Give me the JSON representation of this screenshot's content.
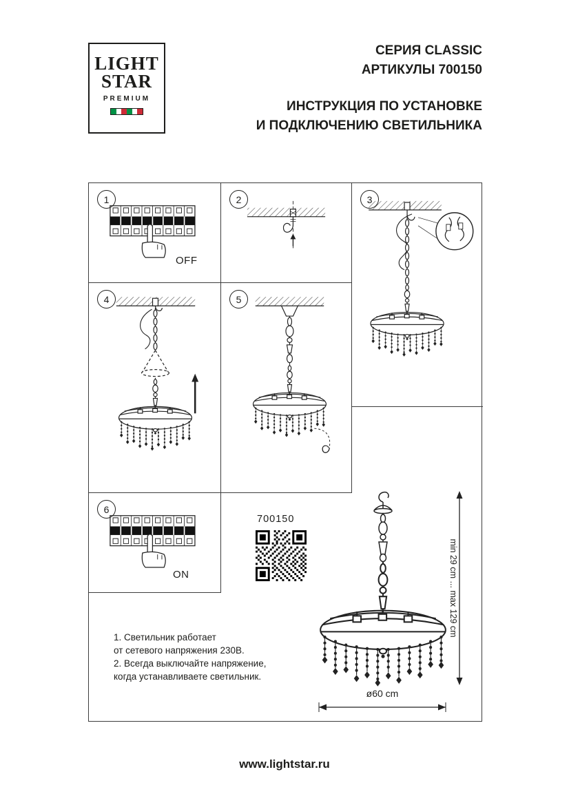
{
  "colors": {
    "ink": "#1d1d1b",
    "line": "#3c3c3c",
    "flag_green": "#009246",
    "flag_white": "#ffffff",
    "flag_red": "#ce2b37"
  },
  "logo": {
    "line1": "LIGHT",
    "line2": "STAR",
    "line3": "PREMIUM"
  },
  "header": {
    "series": "СЕРИЯ CLASSIC",
    "articles": "АРТИКУЛЫ 700150",
    "title_line1": "ИНСТРУКЦИЯ ПО УСТАНОВКЕ",
    "title_line2": "И ПОДКЛЮЧЕНИЮ СВЕТИЛЬНИКА"
  },
  "steps": [
    {
      "number": "1",
      "label": "OFF"
    },
    {
      "number": "2",
      "label": ""
    },
    {
      "number": "3",
      "label": ""
    },
    {
      "number": "4",
      "label": ""
    },
    {
      "number": "5",
      "label": ""
    },
    {
      "number": "6",
      "label": "ON"
    }
  ],
  "product": {
    "article": "700150"
  },
  "dimensions": {
    "height_range": "min 29 cm ... max 129 cm",
    "diameter": "ø60 cm"
  },
  "notes": [
    "1. Светильник работает",
    "от сетевого напряжения 230В.",
    "2. Всегда выключайте напряжение,",
    "когда устанавливаете светильник."
  ],
  "footer": {
    "website": "www.lightstar.ru"
  }
}
